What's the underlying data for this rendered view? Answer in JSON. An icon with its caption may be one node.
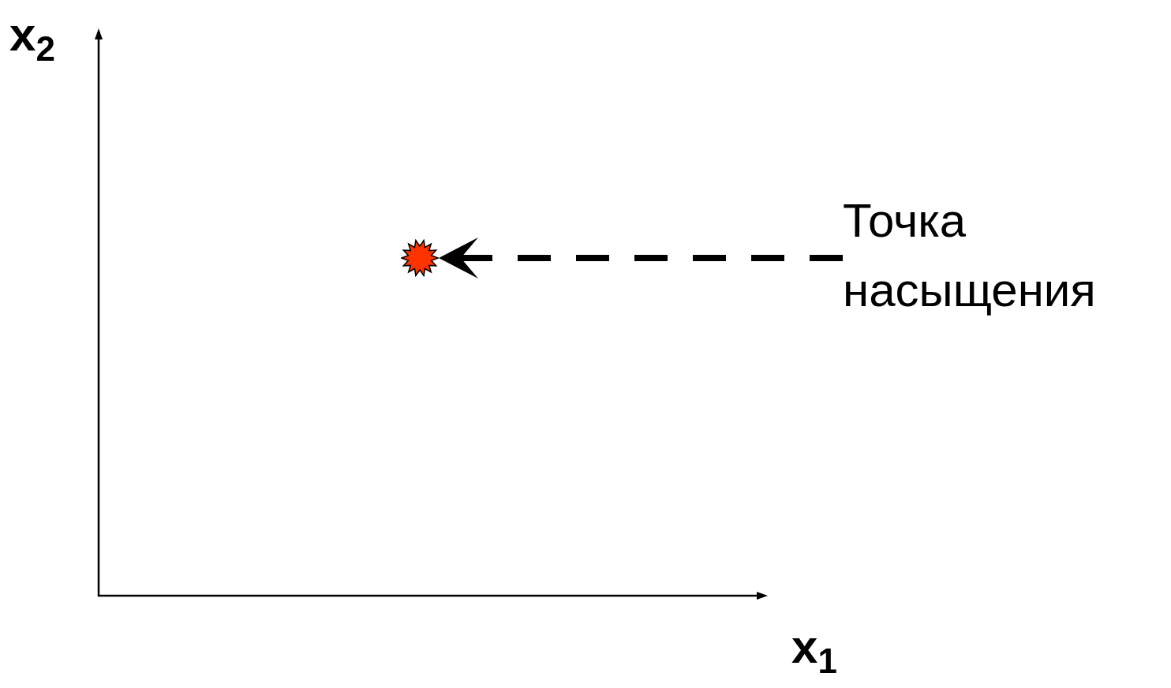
{
  "diagram": {
    "nodes": [
      {
        "text": [
          "Точка насыщения"
        ]
      },
      {
        "text": [],
        "shape": "star"
      }
    ],
    "edges": [
      {
        "from": 0,
        "to": 1,
        "arrow": "to",
        "style": "dashed"
      }
    ],
    "labels": [
      "x$_{2}$",
      "x$_{1}$"
    ]
  }
}
